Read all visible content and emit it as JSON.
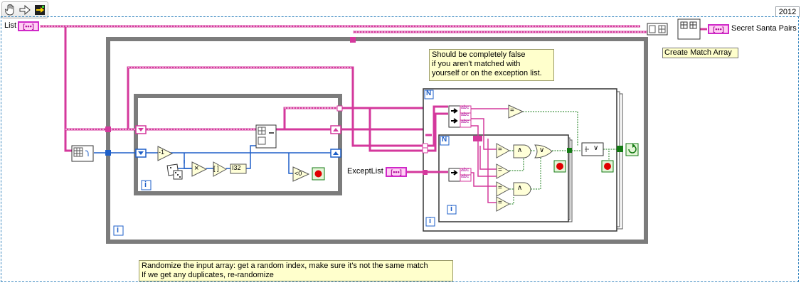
{
  "toolbar": {
    "run_icon": "hand-icon",
    "step_icon": "arrow-right-icon",
    "probe_icon": "highlight-icon"
  },
  "diagram_year": "2012",
  "terminals": {
    "list_label": "List",
    "except_list_label": "ExceptList",
    "output_label": "Secret Santa Pairs",
    "array_glyph": "[•••]"
  },
  "subvi_caption": "Create Match Array",
  "comments": {
    "top_line1": "Should be completely false",
    "top_line2": "if you aren't matched with",
    "top_line3": "yourself or on the exception list.",
    "bottom_line1": "Randomize the input array:  get a random index, make sure it's not the same match",
    "bottom_line2": "If we get any duplicates, re-randomize"
  },
  "loop_labels": {
    "iteration": "i",
    "for_n": "N"
  },
  "node_labels": {
    "decrement": "-1",
    "multiply": "×",
    "round": "[ ]",
    "to_i32": "I32",
    "less_than_zero": "<0",
    "equal": "=",
    "and": "∧",
    "or": "∨",
    "string": "abc"
  },
  "colors": {
    "wire_string": "#d4389c",
    "wire_numeric": "#1e5fc8",
    "wire_bool": "#137a13",
    "structure": "#7c7c7c",
    "comment_bg": "#ffffcc",
    "stop_red": "#e00000"
  }
}
